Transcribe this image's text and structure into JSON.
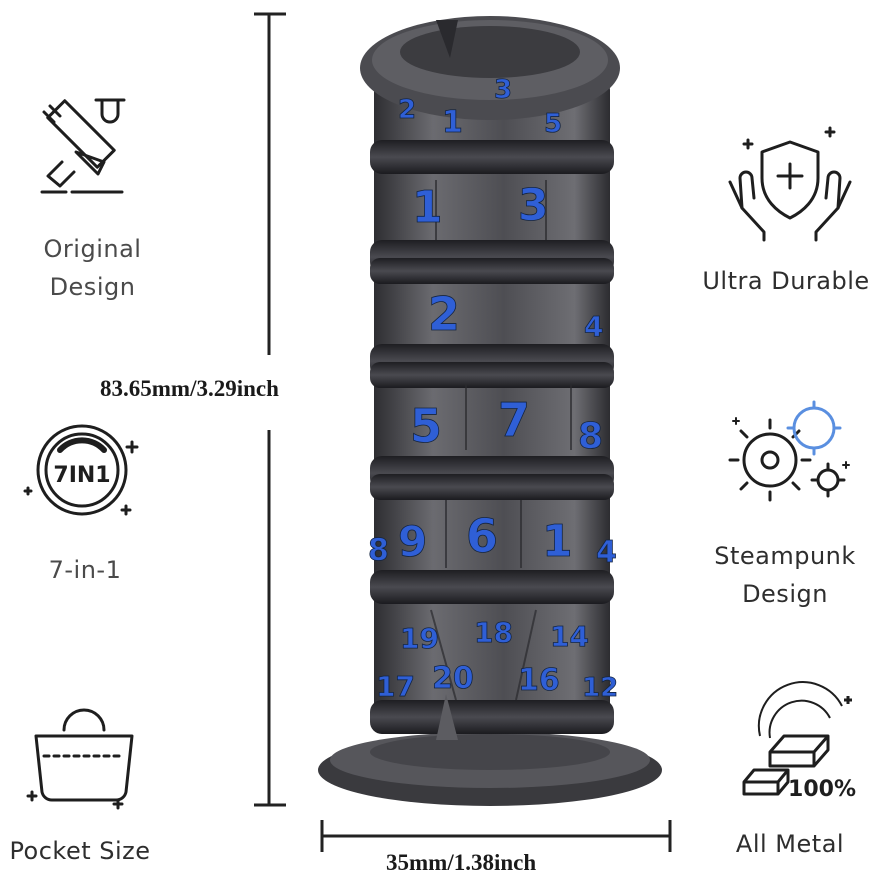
{
  "features": {
    "original_design": {
      "label_line1": "Original",
      "label_line2": "Design",
      "icon": "pencil-ruler-icon"
    },
    "seven_in_one": {
      "label": "7-in-1",
      "badge_text": "7IN1",
      "icon": "7in1-badge-icon"
    },
    "pocket_size": {
      "label": "Pocket Size",
      "icon": "pouch-icon"
    },
    "ultra_durable": {
      "label": "Ultra Durable",
      "icon": "hands-shield-icon"
    },
    "steampunk_design": {
      "label_line1": "Steampunk",
      "label_line2": "Design",
      "icon": "gears-icon"
    },
    "all_metal": {
      "label": "All Metal",
      "badge_text": "100%",
      "icon": "metal-bars-icon"
    }
  },
  "dimensions": {
    "height_label": "83.65mm/3.29inch",
    "width_label": "35mm/1.38inch"
  },
  "product": {
    "ring_numbers": {
      "top": [
        "2",
        "3",
        "1",
        "5"
      ],
      "ring1": [
        "1",
        "3"
      ],
      "ring2": [
        "2",
        "4"
      ],
      "ring3": [
        "5",
        "7",
        "8"
      ],
      "ring4": [
        "8",
        "9",
        "6",
        "1",
        "4"
      ],
      "ring5": [
        "19",
        "18",
        "14",
        "17",
        "20",
        "16",
        "12"
      ]
    },
    "colors": {
      "metal": "#5a5a5e",
      "metal_dark": "#333337",
      "numerals": "#2f5fd6"
    }
  }
}
